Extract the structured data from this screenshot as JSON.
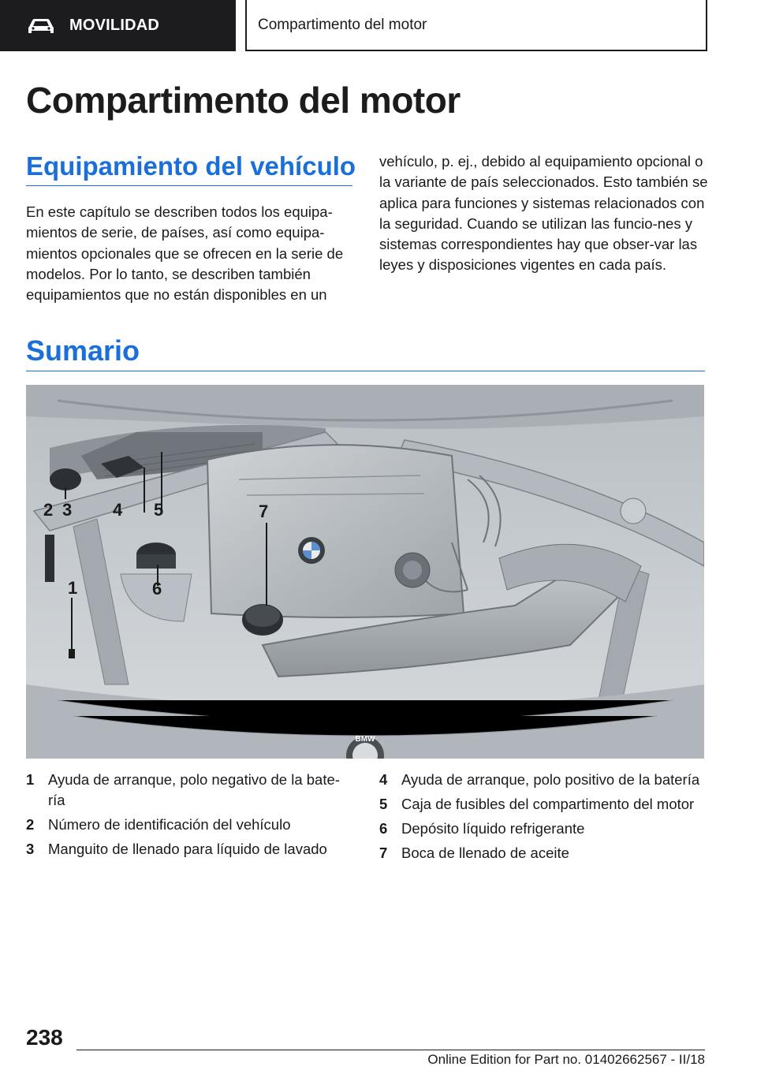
{
  "header": {
    "section_label": "MOVILIDAD",
    "chapter_label": "Compartimento del motor",
    "section_icon": "car-icon"
  },
  "page_title": "Compartimento del motor",
  "equipamiento": {
    "heading": "Equipamiento del vehículo",
    "para_left": "En este capítulo se describen todos los equipa-mientos de serie, de países, así como equipa-mientos opcionales que se ofrecen en la serie de modelos. Por lo tanto, se describen también equipamientos que no están disponibles en un",
    "para_right": "vehículo, p. ej., debido al equipamiento opcional o la variante de país seleccionados. Esto también se aplica para funciones y sistemas relacionados con la seguridad. Cuando se utilizan las funcio-nes y sistemas correspondientes hay que obser-var las leyes y disposiciones vigentes en cada país."
  },
  "sumario": {
    "heading": "Sumario",
    "callouts": [
      "1",
      "2",
      "3",
      "4",
      "5",
      "6",
      "7"
    ],
    "logo_text": "BMW",
    "legend": [
      {
        "num": "1",
        "text": "Ayuda de arranque, polo negativo de la bate-ría"
      },
      {
        "num": "2",
        "text": "Número de identificación del vehículo"
      },
      {
        "num": "3",
        "text": "Manguito de llenado para líquido de lavado"
      },
      {
        "num": "4",
        "text": "Ayuda de arranque, polo positivo de la batería"
      },
      {
        "num": "5",
        "text": "Caja de fusibles del compartimento del motor"
      },
      {
        "num": "6",
        "text": "Depósito líquido refrigerante"
      },
      {
        "num": "7",
        "text": "Boca de llenado de aceite"
      }
    ]
  },
  "footer": {
    "page_number": "238",
    "edition": "Online Edition for Part no. 01402662567 - II/18"
  }
}
